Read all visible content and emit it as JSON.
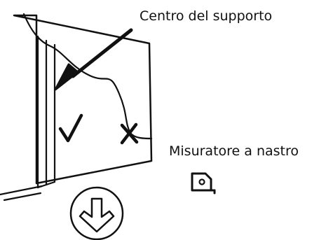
{
  "labels": {
    "support_center": "Centro del supporto",
    "tape_measure": "Misuratore a nastro"
  },
  "marks": {
    "correct": "check-mark",
    "incorrect": "x-mark"
  },
  "colors": {
    "line": "#111111",
    "background": "#ffffff"
  }
}
